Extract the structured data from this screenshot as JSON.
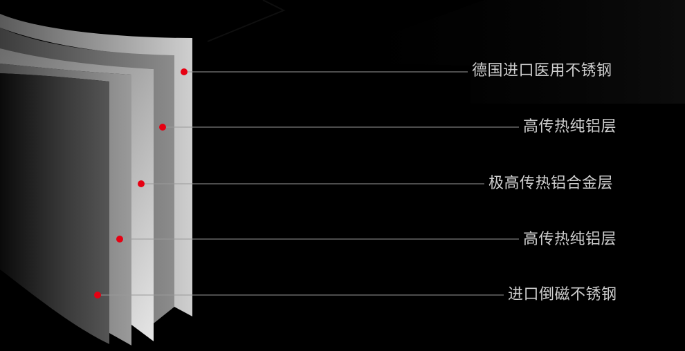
{
  "colors": {
    "background": "#000000",
    "marker": "#e60012",
    "line": "#9a9a9a",
    "text": "#cfcfcf"
  },
  "layers": [
    {
      "label": "德国进口医用不锈钢"
    },
    {
      "label": "高传热纯铝层"
    },
    {
      "label": "极高传热铝合金层"
    },
    {
      "label": "高传热纯铝层"
    },
    {
      "label": "进口倒磁不锈钢"
    }
  ]
}
